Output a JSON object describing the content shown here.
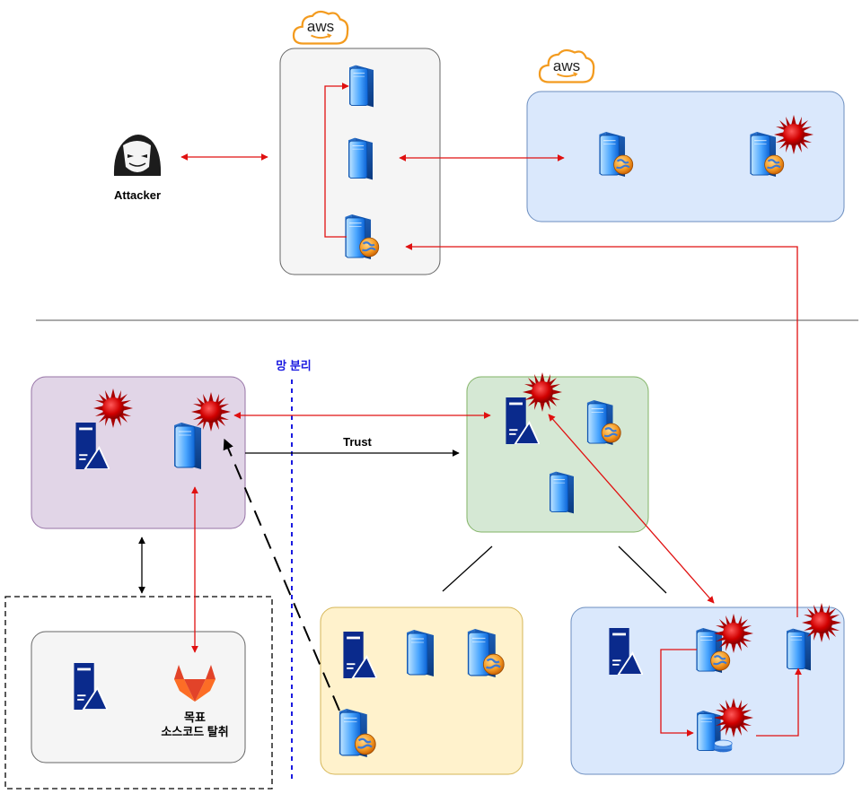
{
  "cloud_badges": [
    "aws",
    "aws"
  ],
  "labels": {
    "attacker": "Attacker",
    "network_separation": "망 분리",
    "trust": "Trust",
    "goal_line1": "목표",
    "goal_line2": "소스코드 탈취"
  },
  "colors": {
    "attack_arrow": "#e01010",
    "separation_line": "#1a1ae0",
    "aws_zone_gray": "#f5f5f5",
    "aws_zone_blue": "#dae8fc",
    "zone_purple": "#e1d5e7",
    "zone_green": "#d5e8d4",
    "zone_yellow": "#fff2cc",
    "zone_blue": "#dae8fc",
    "zone_gray": "#f5f5f5"
  },
  "icons": {
    "attacker": "hacker-icon",
    "server": "server-icon",
    "web_server": "web-server-icon",
    "domain_controller": "domain-controller-icon",
    "database_server": "database-server-icon",
    "gitlab": "gitlab-icon",
    "malware": "malware-icon",
    "aws": "aws-cloud-icon"
  }
}
